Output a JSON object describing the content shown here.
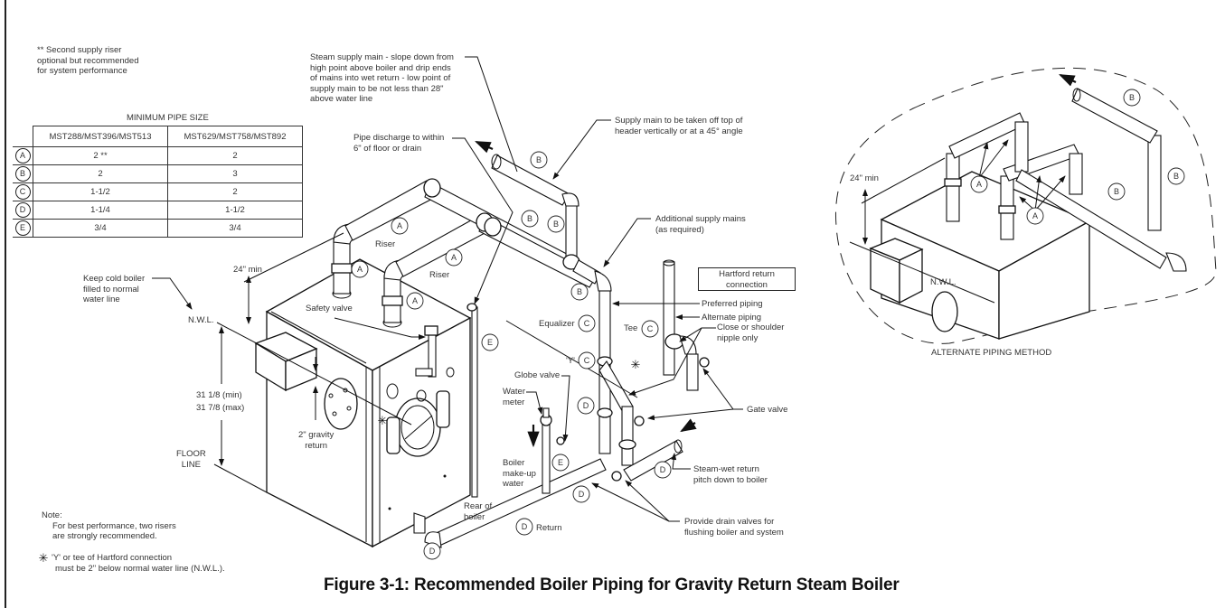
{
  "figure": {
    "caption": "Figure 3-1:  Recommended Boiler Piping for Gravity Return Steam Boiler",
    "alternate_title": "ALTERNATE PIPING METHOD"
  },
  "footnote_top": {
    "line1": "** Second supply riser",
    "line2": "optional but recommended",
    "line3": "for system performance"
  },
  "pipe_table": {
    "title": "MINIMUM PIPE SIZE",
    "columns": [
      "MST288/MST396/MST513",
      "MST629/MST758/MST892"
    ],
    "rows": [
      {
        "letter": "A",
        "values": [
          "2 **",
          "2"
        ]
      },
      {
        "letter": "B",
        "values": [
          "2",
          "3"
        ]
      },
      {
        "letter": "C",
        "values": [
          "1-1/2",
          "2"
        ]
      },
      {
        "letter": "D",
        "values": [
          "1-1/4",
          "1-1/2"
        ]
      },
      {
        "letter": "E",
        "values": [
          "3/4",
          "3/4"
        ]
      }
    ]
  },
  "labels": {
    "steam_supply_main": [
      "Steam supply main - slope down from",
      "high point above boiler and drip ends",
      "of mains into wet return - low point of",
      "supply main to be not less than 28\"",
      "above water line"
    ],
    "pipe_discharge": [
      "Pipe discharge to within",
      "6\" of floor or drain"
    ],
    "supply_main_top": [
      "Supply main to be taken off top of",
      "header vertically or at a 45° angle"
    ],
    "additional_mains": [
      "Additional supply mains",
      "(as required)"
    ],
    "hartford_box": [
      "Hartford return",
      "connection"
    ],
    "preferred_piping": "Preferred piping",
    "alternate_piping": "Alternate piping",
    "close_nipple": [
      "Close or shoulder",
      "nipple only"
    ],
    "gate_valve": "Gate valve",
    "tee": "Tee",
    "equalizer": "Equalizer",
    "y_label": "'Y'",
    "globe_valve": "Globe valve",
    "water_meter": [
      "Water",
      "meter"
    ],
    "boiler_makeup": [
      "Boiler",
      "make-up",
      "water"
    ],
    "steam_wet_return": [
      "Steam-wet return",
      "pitch down to boiler"
    ],
    "drain_valves": [
      "Provide drain valves for",
      "flushing boiler and system"
    ],
    "rear_of_boiler": [
      "Rear of",
      "boiler"
    ],
    "return": "Return",
    "riser1": "Riser",
    "riser2": "Riser",
    "safety_valve": "Safety valve",
    "keep_cold": [
      "Keep cold boiler",
      "filled to normal",
      "water line"
    ],
    "nwl": "N.W.L.",
    "min24": "24\" min",
    "height_min": "31 1/8 (min)",
    "height_max": "31 7/8 (max)",
    "floor_line": [
      "FLOOR",
      "LINE"
    ],
    "gravity_return": [
      "2\" gravity",
      "return"
    ],
    "alt_min24": "24\" min",
    "alt_nwl": "N.W.L."
  },
  "notes": {
    "note_title": "Note:",
    "note_line1": "For best performance, two risers",
    "note_line2": "are strongly recommended.",
    "star_glyph": "✳",
    "star_line1": "'Y' or tee of Hartford connection",
    "star_line2": "must be 2\" below normal water line (N.W.L.)."
  },
  "callouts": {
    "A": "A",
    "B": "B",
    "C": "C",
    "D": "D",
    "E": "E"
  }
}
